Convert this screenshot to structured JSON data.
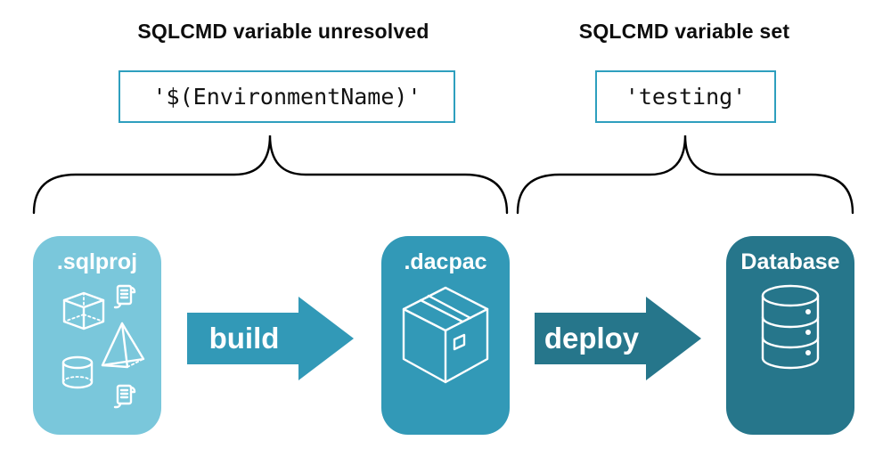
{
  "left_section": {
    "heading": "SQLCMD variable unresolved",
    "code": "'$(EnvironmentName)'"
  },
  "right_section": {
    "heading": "SQLCMD variable set",
    "code": "'testing'"
  },
  "pipeline": {
    "nodes": [
      {
        "label": ".sqlproj",
        "icon": "sql-project-objects-icon",
        "color": "#7ac7db"
      },
      {
        "label": ".dacpac",
        "icon": "package-icon",
        "color": "#3299b7"
      },
      {
        "label": "Database",
        "icon": "database-icon",
        "color": "#26768b"
      }
    ],
    "arrows": [
      {
        "label": "build",
        "color": "#3299b7"
      },
      {
        "label": "deploy",
        "color": "#26768b"
      }
    ]
  },
  "colors": {
    "background": "#ffffff",
    "heading_text": "#0d0d0d",
    "code_text": "#111111",
    "code_box_border": "#2e9fbe",
    "brace_stroke": "#000000",
    "node_label_text": "#ffffff"
  }
}
